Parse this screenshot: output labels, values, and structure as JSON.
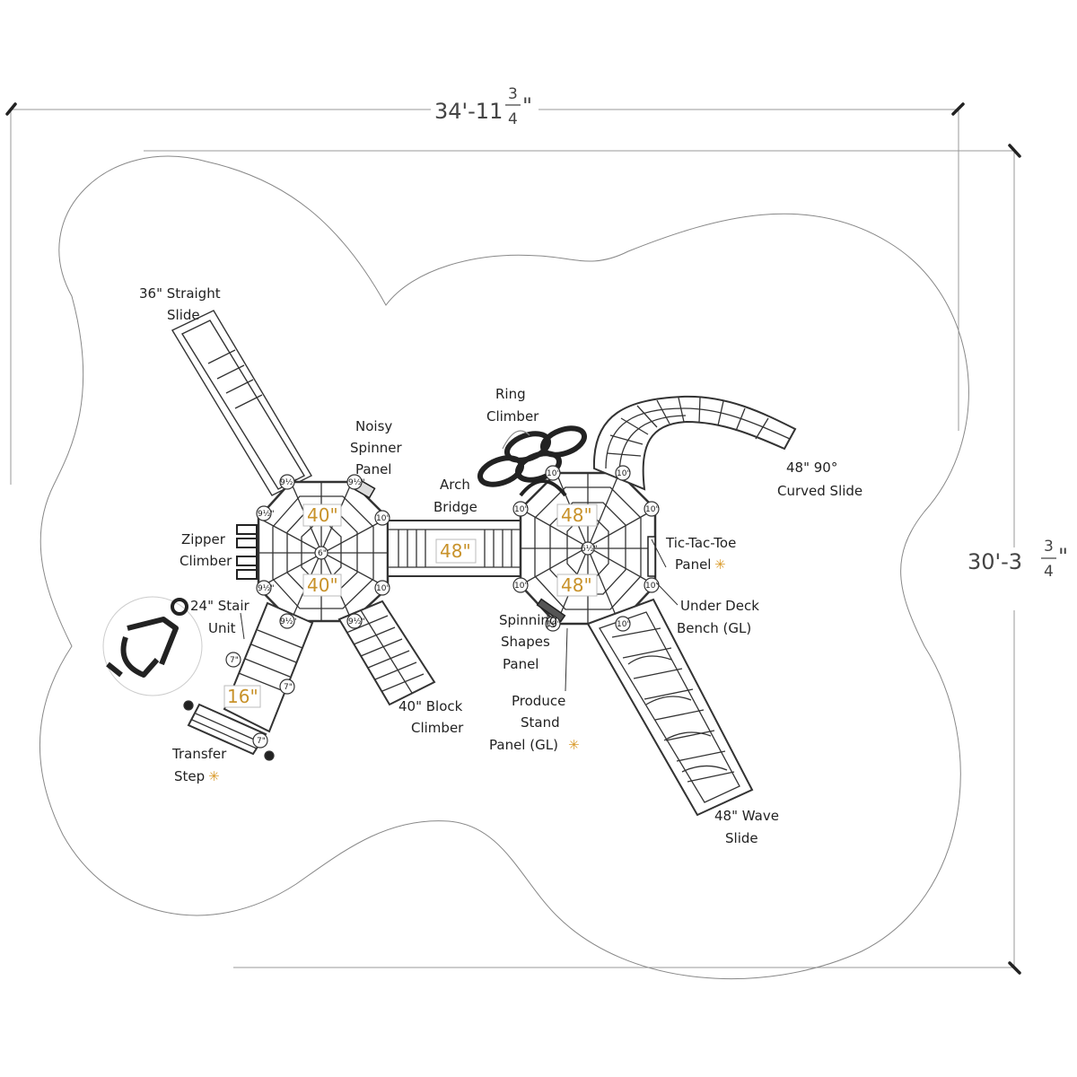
{
  "dimensions": {
    "width": {
      "main": "34'-11",
      "num": "3",
      "den": "4",
      "unit": "\""
    },
    "depth": {
      "main": "30'-3",
      "num": "3",
      "den": "4",
      "unit": "\""
    }
  },
  "deck_heights": {
    "left_top": "40\"",
    "left_bottom": "40\"",
    "bridge": "48\"",
    "right_top": "48\"",
    "right_bottom": "48\"",
    "stair": "16\""
  },
  "post_marks": {
    "nine_half": "9½\"",
    "ten": "10\"",
    "six": "6\"",
    "six_half": "6½\"",
    "seven": "7\""
  },
  "components": {
    "straight_slide": [
      "36\" Straight",
      "Slide"
    ],
    "noisy_spinner": [
      "Noisy",
      "Spinner",
      "Panel"
    ],
    "ring_climber": [
      "Ring",
      "Climber"
    ],
    "arch_bridge": [
      "Arch",
      "Bridge"
    ],
    "curved_slide": [
      "48\" 90°",
      "Curved Slide"
    ],
    "zipper_climber": [
      "Zipper",
      "Climber"
    ],
    "tic_tac_toe": [
      "Tic-Tac-Toe",
      "Panel"
    ],
    "stair_unit": [
      "24\" Stair",
      "Unit"
    ],
    "under_deck_bench": [
      "Under Deck",
      "Bench (GL)"
    ],
    "spinning_shapes": [
      "Spinning",
      "Shapes",
      "Panel"
    ],
    "block_climber": [
      "40\" Block",
      "Climber"
    ],
    "produce_stand": [
      "Produce",
      "Stand",
      "Panel (GL)"
    ],
    "transfer_step": [
      "Transfer",
      "Step"
    ],
    "wave_slide": [
      "48\" Wave",
      "Slide"
    ]
  },
  "star_marker": "✳",
  "colors": {
    "height_label": "#c8922a",
    "star": "#d99a2b",
    "line": "#333333"
  }
}
